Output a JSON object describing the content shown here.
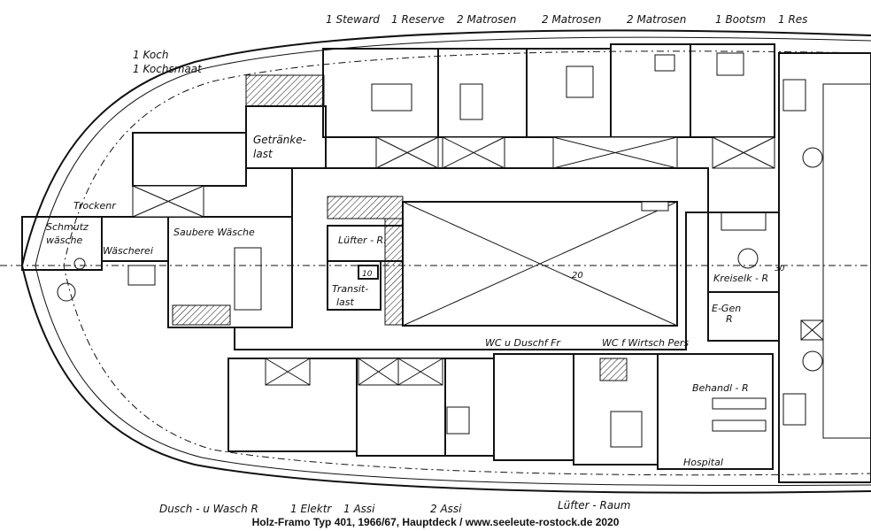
{
  "labels": {
    "steward": "1 Steward",
    "reserve": "1 Reserve",
    "matrosen1": "2 Matrosen",
    "matrosen2": "2 Matrosen",
    "matrosen3": "2 Matrosen",
    "bootsm": "1 Bootsm",
    "res": "1 Res",
    "koch": "1 Koch",
    "kochsmaat": "1 Kochsmaat",
    "getraenke1": "Getränke-",
    "getraenke2": "last",
    "trockenr": "Trockenr",
    "schmutz1": "Schmutz",
    "schmutz2": "wäsche",
    "waescherei": "Wäscherei",
    "saubere": "Saubere Wäsche",
    "luefter_r": "Lüfter - R.",
    "ten": "10",
    "transit1": "Transit-",
    "transit2": "last",
    "twenty": "20",
    "thirty": "30",
    "kreiselk": "Kreiselk - R",
    "egen1": "E-Gen",
    "egen2": "R",
    "wc_dusch": "WC u Duschf Fr",
    "wc_wirtsch": "WC f Wirtsch Pers",
    "behandl": "Behandl - R",
    "hospital": "Hospital",
    "dusch_wasch": "Dusch - u Wasch R",
    "elektr": "1 Elektr",
    "assi1": "1 Assi",
    "assi2": "2 Assi",
    "luefter_raum": "Lüfter - Raum"
  },
  "caption": "Holz-Framo Typ 401, 1966/67, Hauptdeck / www.seeleute-rostock.de 2020"
}
